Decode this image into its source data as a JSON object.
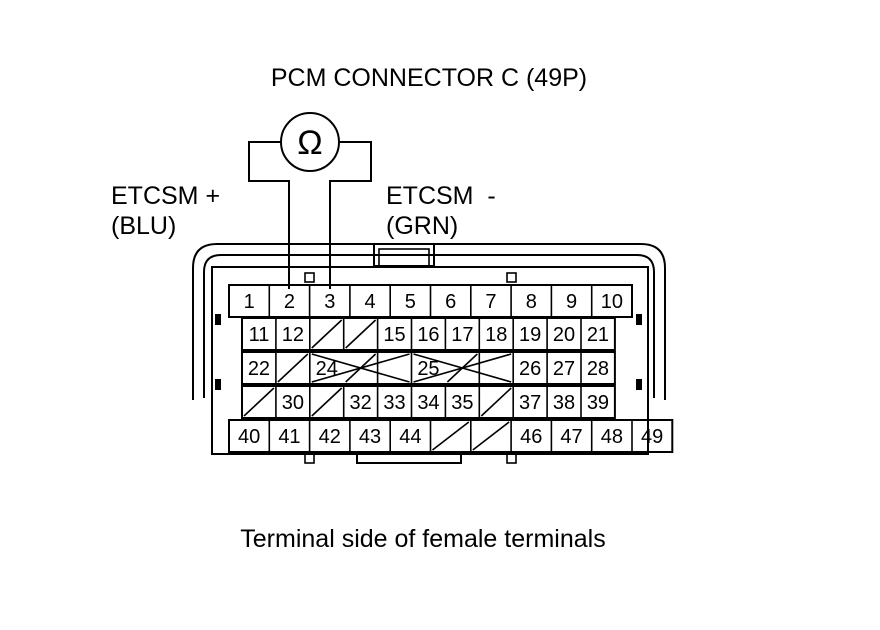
{
  "diagram": {
    "title": "PCM CONNECTOR C (49P)",
    "meter_symbol": "Ω",
    "lead_positive": {
      "name": "ETCSM +",
      "wire": "(BLU)",
      "terminal": "2"
    },
    "lead_negative": {
      "name": "ETCSM  -",
      "wire": "(GRN)",
      "terminal": "3"
    },
    "caption": "Terminal side of female terminals",
    "rows": [
      [
        "1",
        "2",
        "3",
        "4",
        "5",
        "6",
        "7",
        "8",
        "9",
        "10"
      ],
      [
        "11",
        "12",
        "",
        "",
        "15",
        "16",
        "17",
        "18",
        "19",
        "20",
        "21"
      ],
      [
        "22",
        "",
        "24",
        "",
        "",
        "25",
        "",
        "",
        "26",
        "27",
        "28"
      ],
      [
        "",
        "30",
        "",
        "32",
        "33",
        "34",
        "35",
        "",
        "37",
        "38",
        "39"
      ],
      [
        "40",
        "41",
        "42",
        "43",
        "44",
        "",
        "",
        "46",
        "47",
        "48",
        "49"
      ]
    ]
  }
}
